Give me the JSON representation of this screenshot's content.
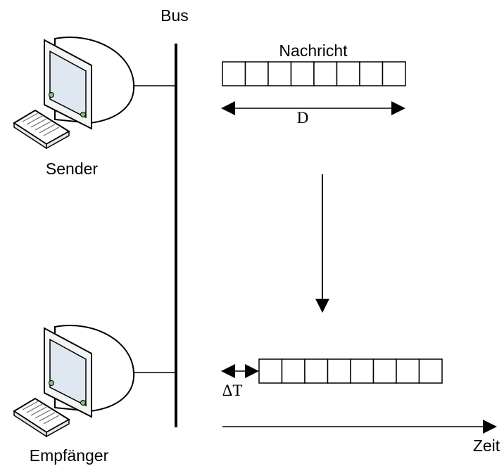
{
  "diagram": {
    "bus_label": "Bus",
    "sender_label": "Sender",
    "receiver_label": "Empfänger",
    "message_label": "Nachricht",
    "duration_label": "D",
    "delay_label": "ΔT",
    "time_label": "Zeit",
    "message_cells": 8
  },
  "colors": {
    "line": "#000000",
    "screen": "#dfe8f0",
    "monitor_body": "#ffffff",
    "led": "#7cc47f"
  },
  "icons": {
    "sender": "computer-icon",
    "receiver": "computer-icon"
  }
}
